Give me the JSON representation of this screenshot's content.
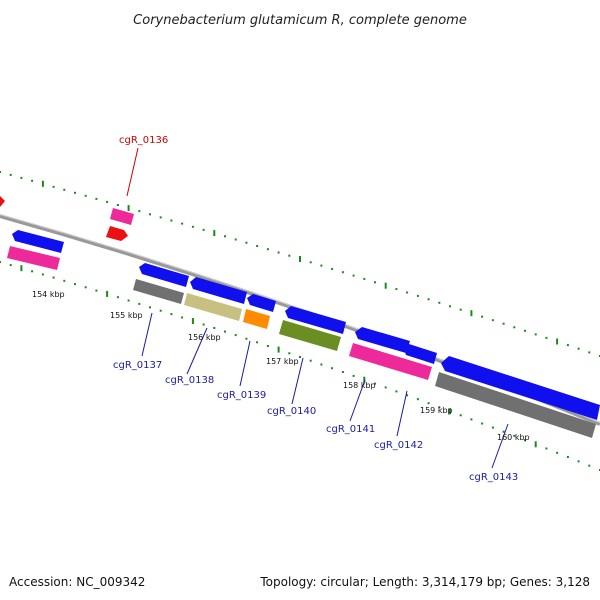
{
  "title": "Corynebacterium glutamicum R, complete genome",
  "footer": {
    "accession": "Accession: NC_009342",
    "topology": "Topology: circular; Length: 3,314,179 bp; Genes: 3,128"
  },
  "tick_labels": [
    "154 kbp",
    "155 kbp",
    "156 kbp",
    "157 kbp",
    "158 kbp",
    "159 kbp",
    "160 kbp"
  ],
  "gene_labels": [
    "cgR_0136",
    "cgR_0137",
    "cgR_0138",
    "cgR_0139",
    "cgR_0140",
    "cgR_0141",
    "cgR_0142",
    "cgR_0143"
  ],
  "colors": {
    "highlight_label": "#cc0000",
    "gene_label": "#1a1aa6",
    "tick": "#1a8a1a",
    "backbone": "#888888",
    "cds_forward": "#1010ee",
    "cds_reverse_pink": "#ee2a9a",
    "gray_feature": "#707070",
    "khaki_feature": "#c8c080",
    "orange_feature": "#ff8c00",
    "olive_feature": "#6b8e23",
    "red_feature": "#ee1010"
  }
}
